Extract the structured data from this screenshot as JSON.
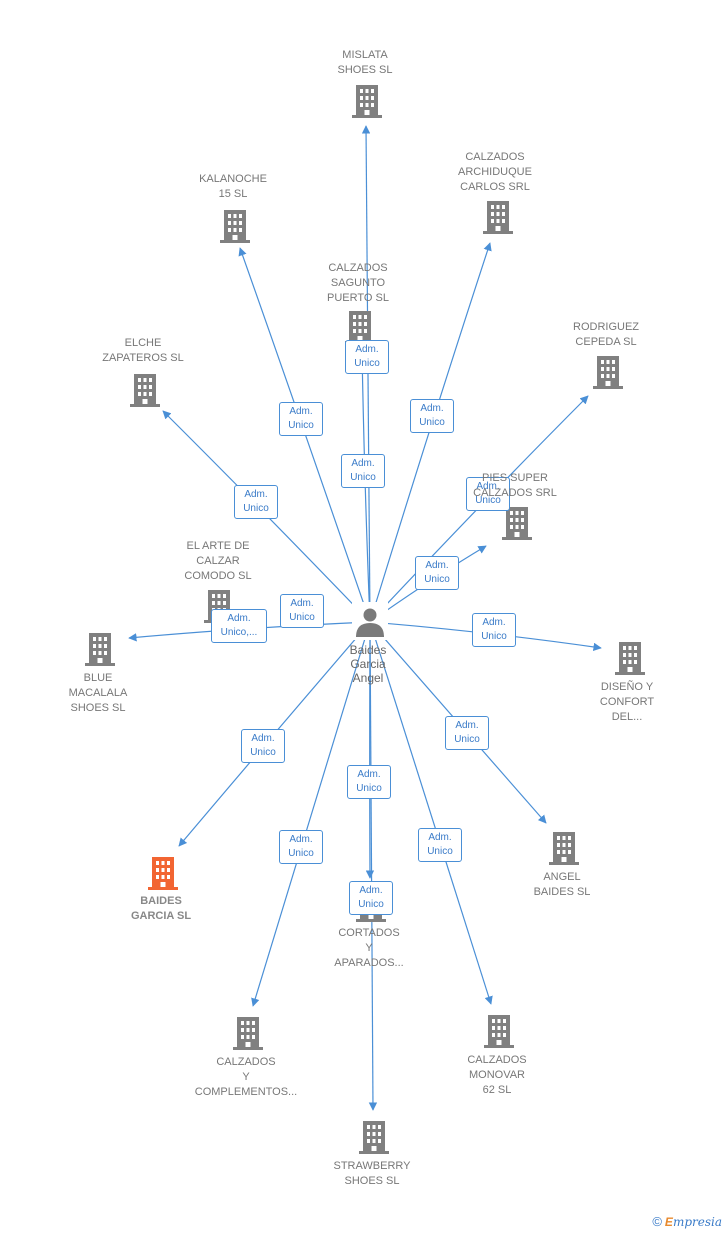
{
  "center": {
    "label": "Baides\nGarcia\nAngel",
    "icon": "person-icon"
  },
  "colors": {
    "edge": "#4a8fd6",
    "building": "#808080",
    "highlight": "#f26532"
  },
  "nodes": [
    {
      "id": "mislata",
      "label": "MISLATA\nSHOES  SL",
      "edge_label": "Adm.\nUnico"
    },
    {
      "id": "kalanoche",
      "label": "KALANOCHE\n15  SL",
      "edge_label": "Adm.\nUnico"
    },
    {
      "id": "archiduque",
      "label": "CALZADOS\nARCHIDUQUE\nCARLOS SRL",
      "edge_label": "Adm.\nUnico"
    },
    {
      "id": "sagunto",
      "label": "CALZADOS\nSAGUNTO\nPUERTO  SL",
      "edge_label": "Adm.\nUnico"
    },
    {
      "id": "rodriguez",
      "label": "RODRIGUEZ\nCEPEDA  SL",
      "edge_label": "Adm.\nUnico"
    },
    {
      "id": "elche",
      "label": "ELCHE\nZAPATEROS SL",
      "edge_label": "Adm.\nUnico"
    },
    {
      "id": "pies",
      "label": "PIES SUPER\nCALZADOS SRL",
      "edge_label": "Adm.\nUnico"
    },
    {
      "id": "arte",
      "label": "EL ARTE DE\nCALZAR\nCOMODO  SL",
      "edge_label": "Adm.\nUnico"
    },
    {
      "id": "blue",
      "label": "BLUE\nMACALALA\nSHOES  SL",
      "edge_label": "Adm.\nUnico,..."
    },
    {
      "id": "diseno",
      "label": "DISEÑO Y\nCONFORT\nDEL...",
      "edge_label": "Adm.\nUnico"
    },
    {
      "id": "baides",
      "label": "BAIDES\nGARCIA  SL",
      "edge_label": "Adm.\nUnico",
      "highlight": true
    },
    {
      "id": "angel",
      "label": "ANGEL\nBAIDES  SL",
      "edge_label": "Adm.\nUnico"
    },
    {
      "id": "cortados",
      "label": "CORTADOS\nY\nAPARADOS...",
      "edge_label": "Adm.\nUnico"
    },
    {
      "id": "complementos",
      "label": "CALZADOS\nY\nCOMPLEMENTOS...",
      "edge_label": "Adm.\nUnico"
    },
    {
      "id": "monovar",
      "label": "CALZADOS\nMONOVAR\n62 SL",
      "edge_label": "Adm.\nUnico"
    },
    {
      "id": "strawberry",
      "label": "STRAWBERRY\nSHOES  SL",
      "edge_label": "Adm.\nUnico"
    }
  ],
  "footer": {
    "copyright": "©",
    "brand_initial": "E",
    "brand_rest": "mpresia"
  }
}
